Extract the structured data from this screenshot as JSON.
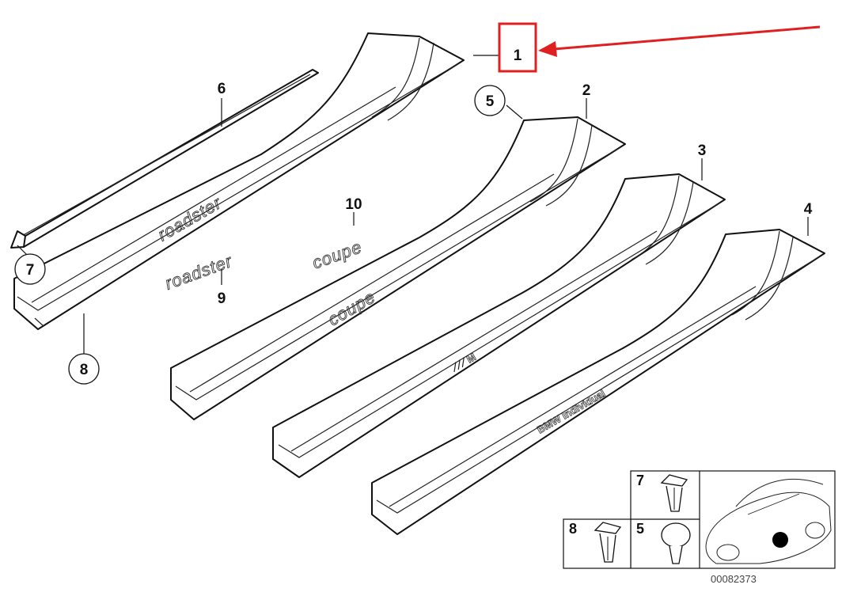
{
  "callouts": {
    "c1": "1",
    "c2": "2",
    "c3": "3",
    "c4": "4",
    "c5": "5",
    "c6": "6",
    "c7": "7",
    "c8": "8",
    "c9": "9",
    "c10": "10"
  },
  "emblems": {
    "roadster": "roadster",
    "coupe": "coupe",
    "m_badge": "M",
    "individual": "BMW Individual"
  },
  "inset": {
    "label_7": "7",
    "label_8": "8",
    "label_5": "5",
    "ref_number": "00082373"
  },
  "colors": {
    "highlight": "#e02020",
    "line": "#111111"
  },
  "icons": [
    "arrow-icon",
    "clip-7-icon",
    "clip-8-icon",
    "clip-5-icon",
    "car-icon",
    "location-dot-icon"
  ]
}
